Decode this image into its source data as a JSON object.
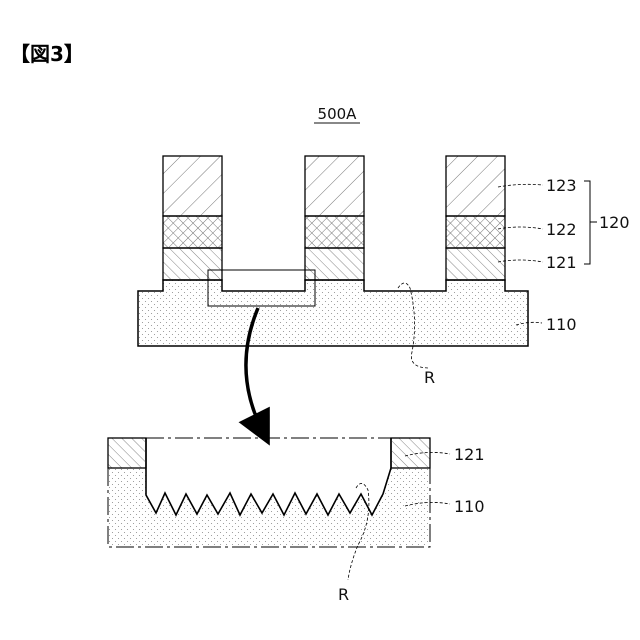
{
  "figure_title": "【図3】",
  "device_label": "500A",
  "labels": {
    "layer_123": "123",
    "layer_122": "122",
    "layer_121": "121",
    "group_120": "120",
    "substrate_110": "110",
    "roughness_R": "R",
    "zoom_121": "121",
    "zoom_110": "110",
    "zoom_R": "R"
  }
}
